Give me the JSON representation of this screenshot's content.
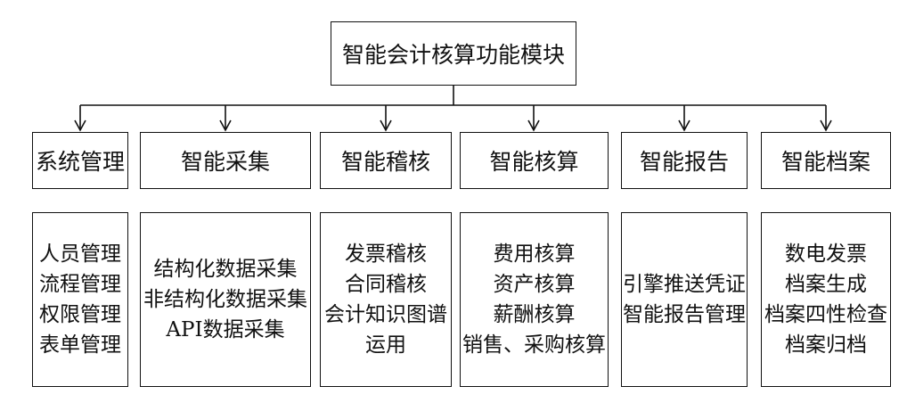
{
  "root": "智能会计核算功能模块",
  "modules": [
    {
      "title": "系统管理",
      "items": [
        "人员管理",
        "流程管理",
        "权限管理",
        "表单管理"
      ]
    },
    {
      "title": "智能采集",
      "items": [
        "结构化数据采集",
        "非结构化数据采集",
        "API数据采集"
      ]
    },
    {
      "title": "智能稽核",
      "items": [
        "发票稽核",
        "合同稽核",
        "会计知识图谱",
        "运用"
      ]
    },
    {
      "title": "智能核算",
      "items": [
        "费用核算",
        "资产核算",
        "薪酬核算",
        "销售、采购核算"
      ]
    },
    {
      "title": "智能报告",
      "items": [
        "引擎推送凭证",
        "智能报告管理"
      ]
    },
    {
      "title": "智能档案",
      "items": [
        "数电发票",
        "档案生成",
        "档案四性检查",
        "档案归档"
      ]
    }
  ]
}
